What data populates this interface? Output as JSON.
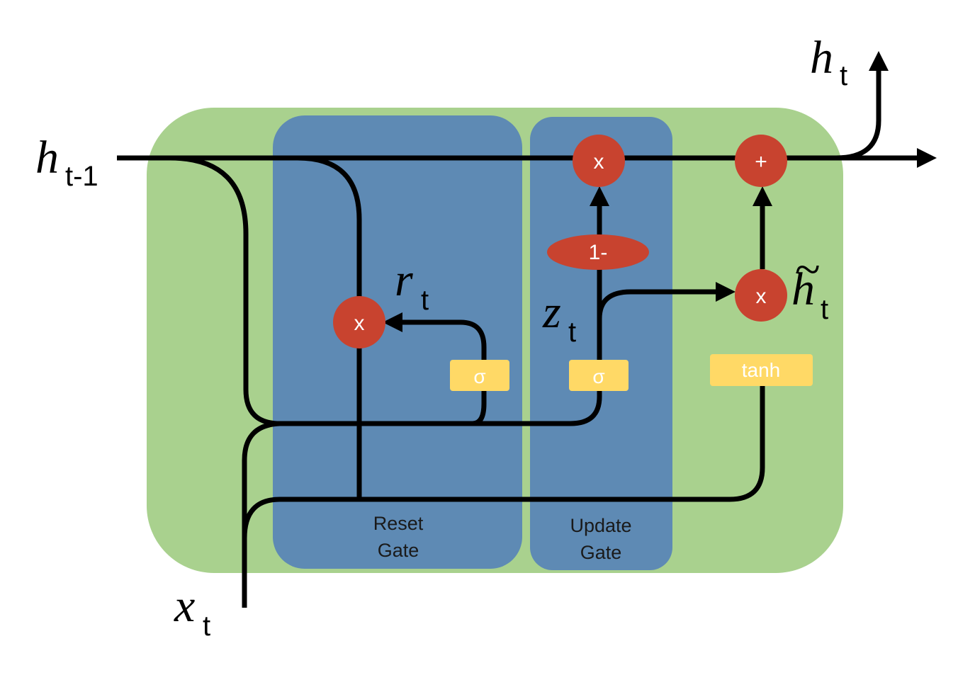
{
  "gates": {
    "reset": {
      "line1": "Reset",
      "line2": "Gate"
    },
    "update": {
      "line1": "Update",
      "line2": "Gate"
    }
  },
  "operators": {
    "reset_multiply": "x",
    "update_multiply": "x",
    "candidate_multiply": "x",
    "add": "+",
    "one_minus": "1-"
  },
  "activations": {
    "reset_sigma": "σ",
    "update_sigma": "σ",
    "tanh": "tanh"
  },
  "variables": {
    "h_prev": {
      "main": "h",
      "sub": "t-1"
    },
    "h_out": {
      "main": "h",
      "sub": "t"
    },
    "x_in": {
      "main": "x",
      "sub": "t"
    },
    "r_t": {
      "main": "r",
      "sub": "t"
    },
    "z_t": {
      "main": "z",
      "sub": "t"
    },
    "h_tilde": {
      "main": "h",
      "sub": "t",
      "accent": "~"
    }
  },
  "colors": {
    "cell_background": "#a9d18e",
    "gate_panel": "#5e8ab4",
    "operator_circle": "#c8432f",
    "activation_box": "#ffd966",
    "wire": "#000000"
  }
}
